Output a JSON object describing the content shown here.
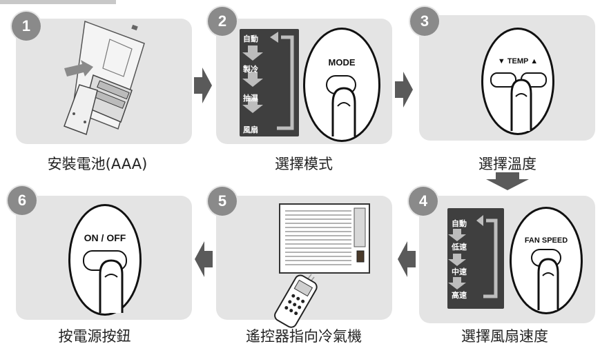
{
  "colors": {
    "panel": "#e4e4e4",
    "badge": "#8a8a8a",
    "arrow": "#5a5a5a",
    "modebox": "#3f3f3f"
  },
  "steps": [
    {
      "number": "1",
      "caption": "安裝電池(AAA)"
    },
    {
      "number": "2",
      "caption": "選擇模式",
      "button": "MODE",
      "modes": [
        "自動",
        "製冷",
        "抽濕",
        "風扇"
      ]
    },
    {
      "number": "3",
      "caption": "選擇溫度",
      "button": "TEMP",
      "left_arrow": "▼",
      "right_arrow": "▲"
    },
    {
      "number": "4",
      "caption": "選擇風扇速度",
      "button": "FAN SPEED",
      "modes": [
        "自動",
        "低速",
        "中速",
        "高速"
      ]
    },
    {
      "number": "5",
      "caption": "遙控器指向冷氣機"
    },
    {
      "number": "6",
      "caption": "按電源按鈕",
      "button": "ON / OFF"
    }
  ]
}
